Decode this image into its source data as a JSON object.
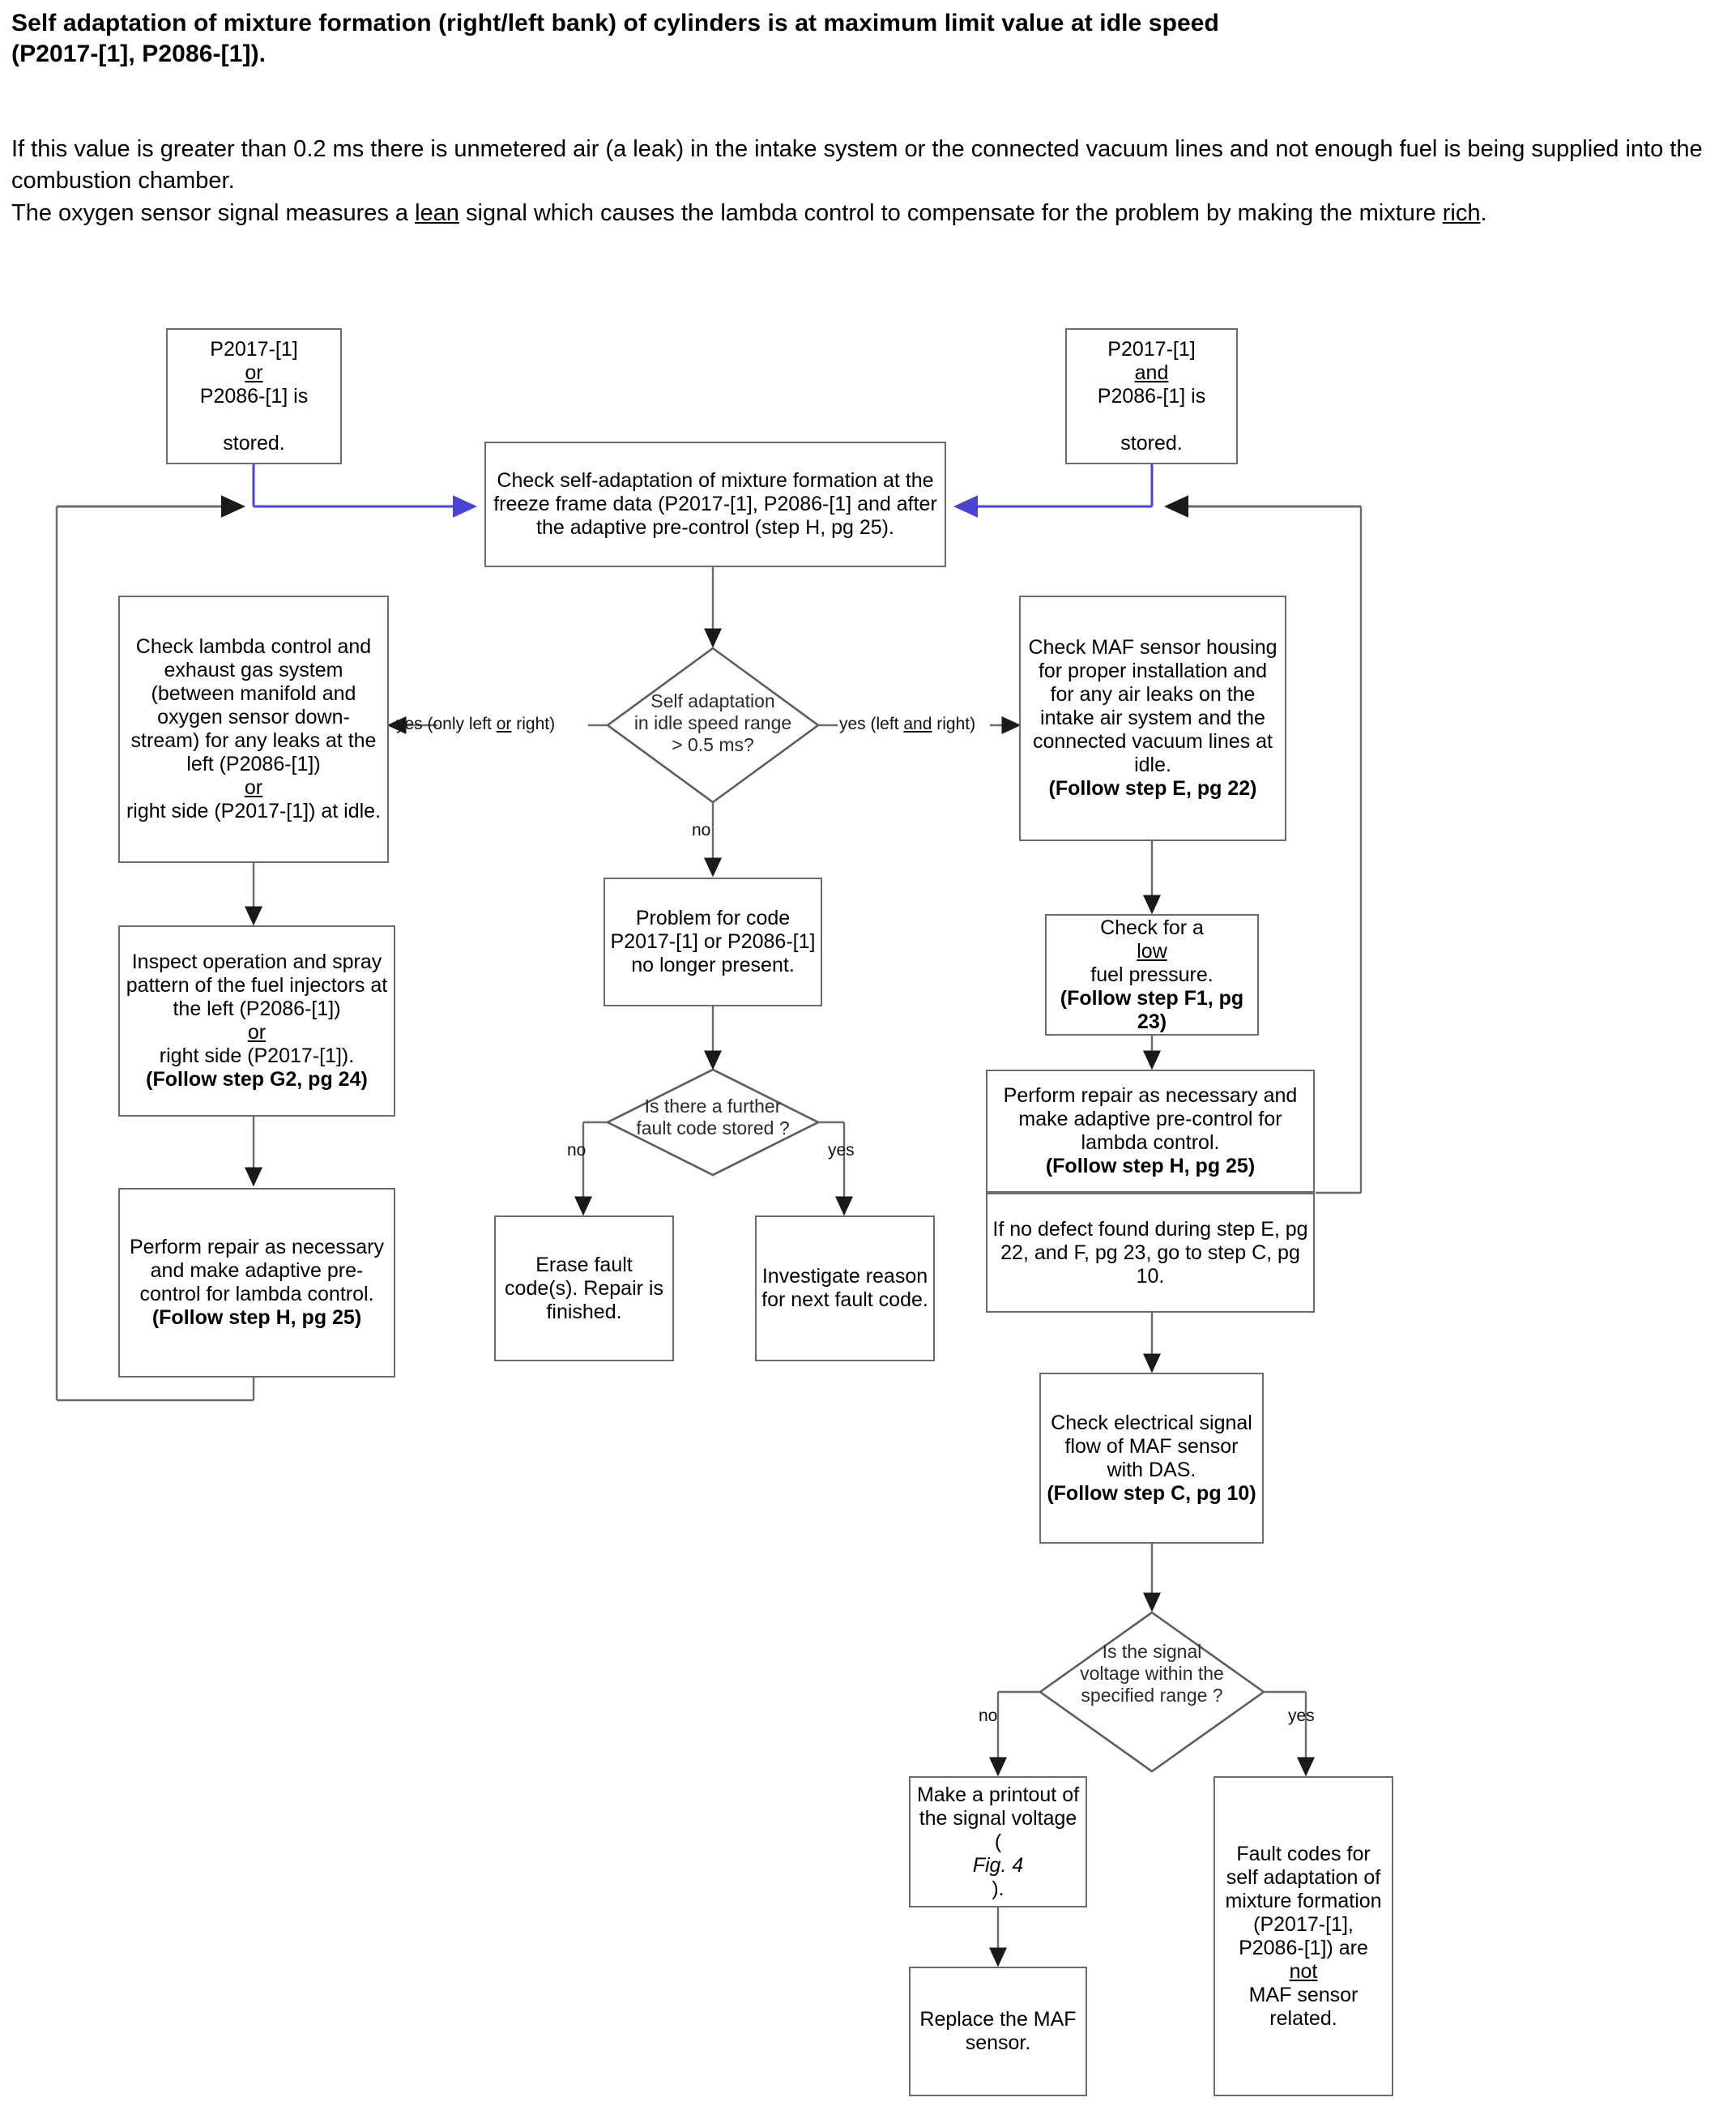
{
  "header": {
    "title_line1": "Self adaptation of mixture formation (right/left bank) of cylinders is at maximum limit value at idle speed",
    "title_line2": "(P2017-[1], P2086-[1]).",
    "para1": "If this value is greater than 0.2 ms there is unmetered air (a leak) in the intake system or the connected vacuum lines and not enough fuel is being supplied into the combustion chamber.",
    "para2_a": "The oxygen sensor signal measures a ",
    "para2_lean": "lean",
    "para2_b": " signal which causes the lambda control to compensate for the problem by making the mixture ",
    "para2_rich": "rich",
    "para2_c": "."
  },
  "flowchart": {
    "type": "flowchart",
    "nodes": {
      "start_left": {
        "l1_a": "P2017-[1] ",
        "l1_u": "or",
        "l2": "P2086-[1] is",
        "l3": "stored."
      },
      "start_right": {
        "l1_a": "P2017-[1] ",
        "l1_u": "and",
        "l2": "P2086-[1] is",
        "l3": "stored."
      },
      "check_self_adaptation": "Check self-adaptation of mixture formation at the freeze frame data (P2017-[1], P2086-[1] and after the adaptive pre-control (step H, pg 25).",
      "decision_idle": {
        "l1": "Self adaptation",
        "l2": "in idle speed range",
        "l3": "> 0.5 ms?"
      },
      "check_lambda": {
        "t1": "Check lambda control and exhaust gas system (between manifold and oxygen sensor down-stream) for any leaks at the left (P2086-[1]) ",
        "u1": "or",
        "t2": " right side (P2017-[1]) at idle."
      },
      "check_maf_housing": {
        "t1": "Check  MAF sensor housing for proper installation and  for any air leaks on the intake air system and the connected vacuum lines at idle.",
        "b1": "(Follow step E, pg 22)"
      },
      "problem_no_longer": "Problem for code P2017-[1] or P2086-[1] no longer present.",
      "inspect_injectors": {
        "t1": "Inspect operation and spray pattern of the fuel injectors at the left (P2086-[1]) ",
        "u1": "or",
        "t2": " right side (P2017-[1]).",
        "b1": "(Follow step G2, pg 24)"
      },
      "check_fuel_pressure": {
        "t1": "Check for a ",
        "u1": "low",
        "t2": " fuel pressure.",
        "b1": "(Follow step F1, pg 23)"
      },
      "decision_further_fault": {
        "l1": "Is there a further",
        "l2": "fault code stored ?"
      },
      "perform_repair_right": {
        "t1": "Perform repair as necessary and make adaptive pre-control for lambda control.",
        "b1": "(Follow step H, pg 25)"
      },
      "no_defect_note": "If no defect found during step E, pg 22, and F, pg 23, go to step C, pg 10.",
      "perform_repair_left": {
        "t1": "Perform repair as necessary and make adaptive pre-control for lambda control.",
        "b1": "(Follow step H, pg 25)"
      },
      "erase_fault": "Erase fault code(s). Repair is finished.",
      "investigate_reason": "Investigate reason for next fault code.",
      "check_electrical": {
        "t1": "Check electrical signal flow of MAF sensor with DAS.",
        "b1": "(Follow step C, pg 10)"
      },
      "decision_signal_voltage": {
        "l1": "Is the signal",
        "l2": "voltage  within the",
        "l3": "specified range ?"
      },
      "make_printout": {
        "t1": "Make a printout of the signal voltage (",
        "it1": "Fig. 4",
        "t2": ")."
      },
      "replace_maf": "Replace the MAF sensor.",
      "fault_codes_not_maf": {
        "t1": "Fault codes for self adaptation of mixture formation (P2017-[1], P2086-[1]) are ",
        "u1": "not",
        "t2": "  MAF sensor related."
      }
    },
    "edge_labels": {
      "yes_only_left_or_right_a": "yes (only left ",
      "yes_only_left_or_right_u": "or",
      "yes_only_left_or_right_b": " right)",
      "yes_left_and_right_a": "yes (left ",
      "yes_left_and_right_u": "and",
      "yes_left_and_right_b": " right)",
      "no_idle": "no",
      "no_fault": "no",
      "yes_fault": "yes",
      "no_voltage": "no",
      "yes_voltage": "yes"
    },
    "colors": {
      "flow_blue": "#4a44d6",
      "line_gray": "#6b6b6b",
      "box_border": "#6b6b6b"
    }
  }
}
